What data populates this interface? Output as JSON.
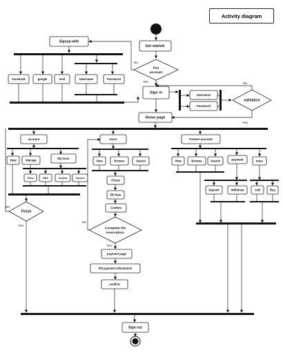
{
  "title": "Activity diagram",
  "labels": {
    "get_started": "Get started.",
    "has_account": "Has account",
    "signup_with": "Signup with",
    "facebook": "Facebook",
    "google": "google",
    "email": "emil",
    "username_signup": "Username",
    "password_signup": "Password",
    "sign_in": "Sign in",
    "username_signin": "Username",
    "password_signin": "Password",
    "validation": "validation",
    "home_page": "Home page",
    "account": "account",
    "tours": "tours",
    "partner_account": "Partner account",
    "view_acc": "View",
    "manage": "Manage",
    "my_tours": "My tours",
    "view_sub": "View",
    "edit": "Edit",
    "review": "review",
    "cancel": "Cancel",
    "finish": "Finish",
    "view_tours": "View",
    "browse_tours": "Browse",
    "search_tours": "Search",
    "chose": "Chose",
    "fill_data": "Fill data",
    "confirm_tours": "Confirm",
    "complete_reservation": "Complete the reservation.",
    "payment_page": "payment page",
    "fill_payment": "Fill payment information",
    "confirm_final": "confirm",
    "view_partner": "View",
    "browse_partner": "Browse",
    "search_partner": "Search",
    "payment": "payment",
    "tours_partner": "tours",
    "deposit": "Deposit",
    "withdraw": "Withdraw",
    "add": "Add",
    "buy": "Buy",
    "sign_out": "Sign out"
  },
  "guards": {
    "yes": "Yes",
    "no": "No"
  }
}
